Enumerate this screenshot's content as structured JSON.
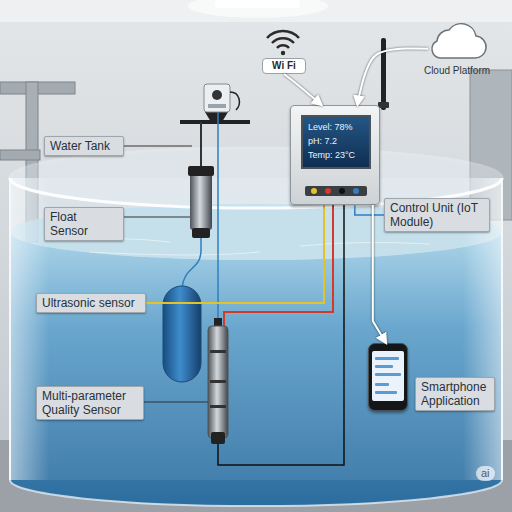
{
  "diagram": {
    "nodes": [
      {
        "text": [
          "Wi Fi"
        ]
      },
      {
        "text": [
          "Cloud Platform"
        ]
      },
      {
        "text": [
          "Level: 78%",
          "pH: 7.2",
          "Temp: 23°C"
        ]
      },
      {
        "text": [
          "Water Tank"
        ]
      },
      {
        "text": [
          "Control Unit (IoT Module)"
        ]
      },
      {
        "text": [
          "Float Sensor"
        ]
      },
      {
        "text": [
          "Ultrasonic sensor"
        ]
      },
      {
        "text": [
          "Smartphone Application"
        ]
      },
      {
        "text": [
          "Multi-parameter Quality Sensor"
        ]
      }
    ],
    "edges": [
      {
        "from": 0,
        "to": 2,
        "arrow": "to"
      },
      {
        "from": 1,
        "to": 2,
        "arrow": "to"
      },
      {
        "from": 2,
        "to": 4,
        "arrow": "none"
      },
      {
        "from": 2,
        "to": 7,
        "arrow": "to"
      }
    ],
    "labels": [
      "ai"
    ]
  }
}
